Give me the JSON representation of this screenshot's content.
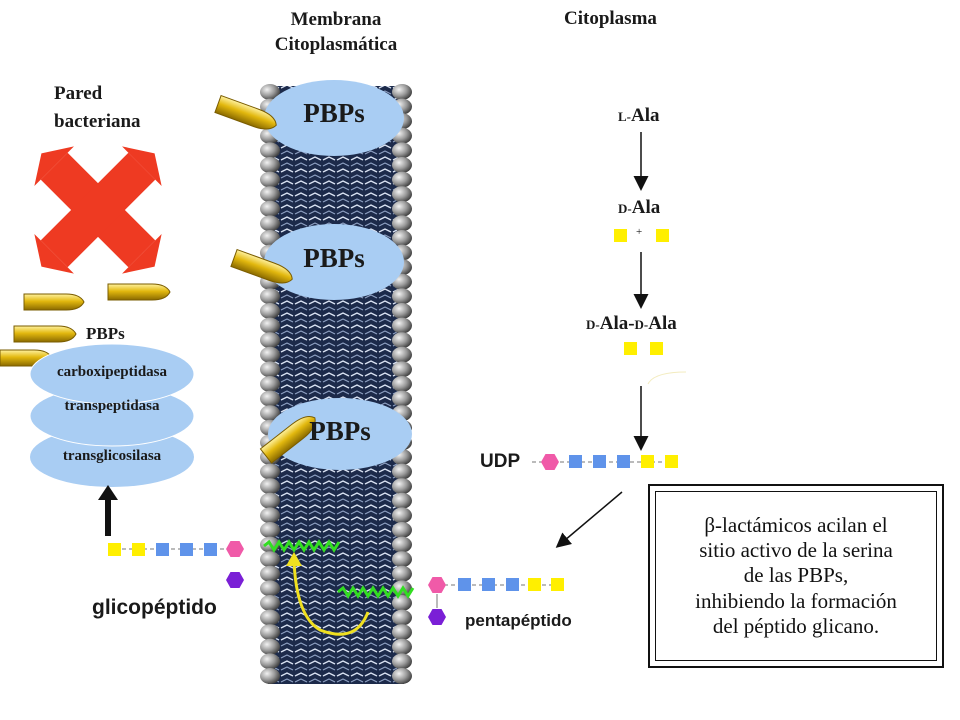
{
  "headers": {
    "membrane_line1": "Membrana",
    "membrane_line2": "Citoplasmática",
    "cytoplasm": "Citoplasma"
  },
  "wall": {
    "line1": "Pared",
    "line2": "bacteriana"
  },
  "membrane_pbps": [
    "PBPs",
    "PBPs",
    "PBPs"
  ],
  "pbp_stack": {
    "title": "PBPs",
    "enzymes": [
      "carboxipeptidasa",
      "transpeptidasa",
      "transglicosilasa"
    ]
  },
  "pathway": {
    "step1_prefix": "L-",
    "step1_name": "Ala",
    "step2_prefix": "D-",
    "step2_name": "Ala",
    "plus": "+",
    "step3_prefix1": "D-",
    "step3_mid": "Ala-",
    "step3_prefix2": "D-",
    "step3_name2": "Ala",
    "udp": "UDP"
  },
  "labels": {
    "pentapeptide": "pentapéptido",
    "glycopeptide": "glicopéptido"
  },
  "info_box": {
    "beta": "β",
    "text_line1": "-lactámicos acilan el",
    "text_line2": "sitio activo de la serina",
    "text_line3": "de las PBPs,",
    "text_line4": "inhibiendo la formación",
    "text_line5": "del péptido glicano."
  },
  "colors": {
    "membrane": "#1c2a4a",
    "pbp": "#a9cdf3",
    "cross": "#ee3a22",
    "bullet": "#e2b80e",
    "yellow_unit": "#ffef00",
    "blue_unit": "#5f93ea",
    "pink_unit": "#f05aa8",
    "purple_unit": "#7a1fd6",
    "green_chain": "#33dd22"
  }
}
